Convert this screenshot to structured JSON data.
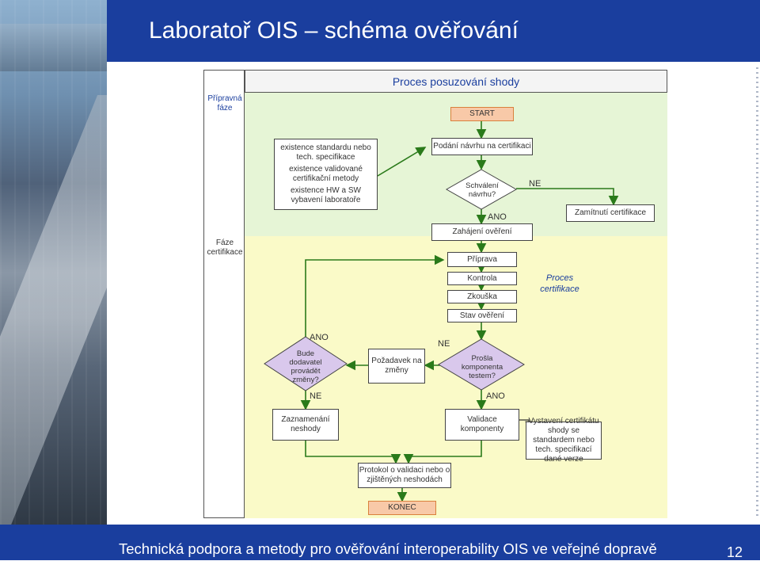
{
  "slide": {
    "title": "Laboratoř OIS – schéma ověřování",
    "footer": "Technická podpora a metody pro ověřování interoperability OIS ve veřejné dopravě",
    "page_number": "12"
  },
  "diagram": {
    "header": "Proces posuzování shody",
    "phase_labels": {
      "preparatory": "Přípravná fáze",
      "certification": "Fáze certifikace"
    },
    "preconditions": {
      "p1": "existence standardu nebo tech. specifikace",
      "p2": "existence validované certifikační metody",
      "p3": "existence HW a SW vybavení laboratoře"
    },
    "nodes": {
      "start": "START",
      "submit": "Podání návrhu na certifikaci",
      "approval": "Schválení návrhu?",
      "reject": "Zamítnutí certifikace",
      "init": "Zahájení ověření",
      "prep": "Příprava",
      "control": "Kontrola",
      "test": "Zkouška",
      "state": "Stav ověření",
      "passed": "Prošla komponenta testem?",
      "change_request": "Požadavek na změny",
      "supplier": "Bude dodavatel provádět změny?",
      "record": "Zaznamenání neshody",
      "validation": "Validace komponenty",
      "issue_cert": "Vystavení certifikátu shody se standardem nebo tech. specifikací dané verze",
      "protocol": "Protokol o validaci nebo o zjištěných neshodách",
      "end": "KONEC"
    },
    "edge_labels": {
      "approval_no": "NE",
      "approval_yes": "ANO",
      "passed_no": "NE",
      "passed_yes": "ANO",
      "supplier_yes": "ANO",
      "supplier_no": "NE"
    },
    "process_label": "Proces certifikace",
    "colors": {
      "brand": "#1a3e9e",
      "zone_preparatory": "#e6f5d6",
      "zone_certification": "#fafac8",
      "terminal_fill": "#f8c9a8",
      "decision_fill": "#d9c8ec",
      "arrow": "#2a7a1a"
    }
  }
}
